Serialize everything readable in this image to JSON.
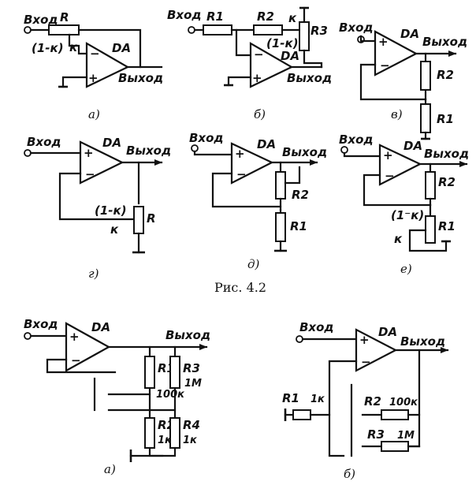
{
  "caption": "Рис. 4.2",
  "labels": {
    "input": "Вход",
    "output": "Выход",
    "opamp": "DA",
    "plus": "+",
    "minus": "−",
    "R": "R",
    "R1": "R1",
    "R2": "R2",
    "R3": "R3",
    "R4": "R4",
    "k": "к",
    "one_minus_k": "(1-к)",
    "one_minus_k_alt": "(1⁻к)",
    "val_1k": "1к",
    "val_100k": "100к",
    "val_1M": "1М"
  },
  "panel_labels": {
    "top_a": "а)",
    "top_b": "б)",
    "top_v": "в)",
    "mid_g": "г)",
    "mid_d": "д)",
    "mid_e": "е)",
    "bot_a": "а)",
    "bot_b": "б)"
  }
}
